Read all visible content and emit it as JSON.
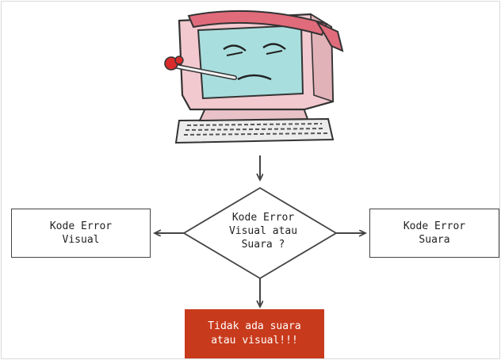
{
  "diagram": {
    "illustration": "sick-computer-icon",
    "decision": {
      "line1": "Kode Error",
      "line2": "Visual atau",
      "line3": "Suara ?"
    },
    "left_box": {
      "line1": "Kode Error",
      "line2": "Visual"
    },
    "right_box": {
      "line1": "Kode Error",
      "line2": "Suara"
    },
    "result_box": {
      "line1": "Tidak ada suara",
      "line2": "atau visual!!!"
    },
    "colors": {
      "result_fill": "#c83a1c",
      "screen": "#a9dede",
      "monitor": "#f2c9cf",
      "bandage": "#e06b7b"
    }
  }
}
